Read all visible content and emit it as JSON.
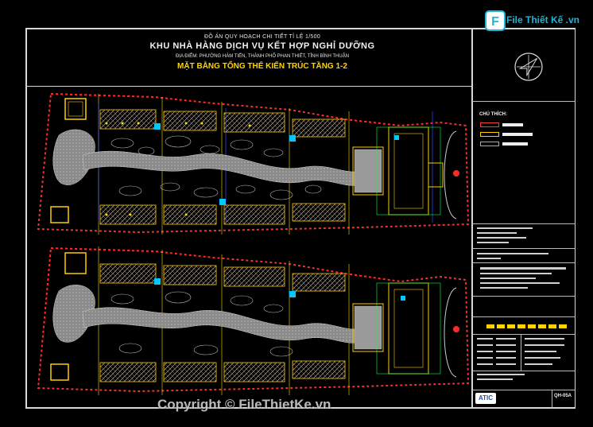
{
  "header": {
    "project_line": "ĐỒ ÁN QUY HOẠCH CHI TIẾT TỈ LỆ 1/500",
    "title": "KHU NHÀ HÀNG DỊCH VỤ KẾT HỢP NGHỈ DƯỠNG",
    "location": "ĐỊA ĐIỂM: PHƯỜNG HÀM TIẾN, THÀNH PHỐ PHAN THIẾT, TỈNH BÌNH THUẬN",
    "drawing_title": "MẶT BẰNG TỔNG THỂ KIẾN TRÚC TẦNG 1-2"
  },
  "legend": {
    "title": "CHÚ THÍCH:"
  },
  "title_block": {
    "company_logo": "ATIC",
    "sheet_code": "QH-05A"
  },
  "watermark": {
    "logo_text": "File Thiết Kế .vn",
    "copyright": "Copyright © FileThietKe.vn"
  },
  "colors": {
    "background": "#000000",
    "boundary": "#ff2b2b",
    "building": "#ffcc00",
    "road_grey": "#9a9a9a",
    "accent_cyan": "#00c8ff",
    "title_yellow": "#ffd400"
  },
  "icons": {
    "north_arrow": "north-arrow-icon",
    "logo": "filethietke-logo-icon"
  }
}
